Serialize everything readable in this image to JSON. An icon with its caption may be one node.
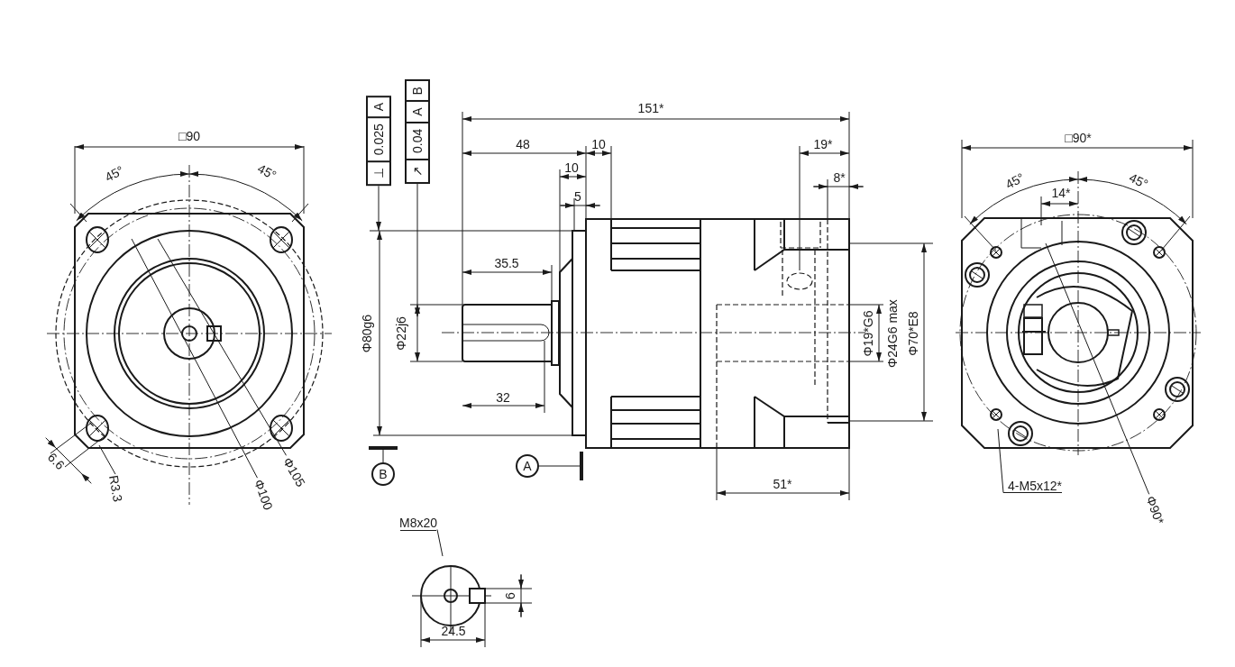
{
  "diagram": {
    "nodes": [
      {
        "text": [
          "R3.3"
        ]
      },
      {
        "text": [
          "Φ100"
        ]
      },
      {
        "text": [
          "Φ105"
        ]
      },
      {
        "text": [
          "⊥",
          "0.025",
          "A"
        ]
      },
      {
        "text": [
          "↗",
          "0.04",
          "A",
          "B"
        ]
      },
      {
        "text": [
          "B"
        ]
      },
      {
        "text": [
          "A"
        ]
      },
      {
        "text": [
          "4-M5x12*"
        ]
      },
      {
        "text": [
          "Φ90*"
        ]
      },
      {
        "text": [
          "M8x20"
        ]
      },
      {
        "text": [
          "Φ22j6"
        ]
      }
    ],
    "edges": [
      {
        "from": 0,
        "to": null,
        "arrow": "none"
      },
      {
        "from": 1,
        "to": null,
        "arrow": "none"
      },
      {
        "from": 2,
        "to": null,
        "arrow": "none"
      },
      {
        "from": 3,
        "to": null,
        "arrow": "to"
      },
      {
        "from": 4,
        "to": 10,
        "arrow": "to"
      },
      {
        "from": 5,
        "to": null,
        "arrow": "other"
      },
      {
        "from": 6,
        "to": null,
        "arrow": "other"
      },
      {
        "from": 7,
        "to": null,
        "arrow": "none"
      },
      {
        "from": 8,
        "to": null,
        "arrow": "none"
      },
      {
        "from": 9,
        "to": null,
        "arrow": "none"
      }
    ],
    "labels": [
      "□90",
      "45°",
      "45°",
      "6.6",
      "151*",
      "48",
      "10",
      "10",
      "5",
      "19*",
      "8*",
      "35.5",
      "Φ80g6",
      "Φ19*G6",
      "Φ24G6 max",
      "Φ70*E8",
      "32",
      "51*",
      "□90*",
      "45°",
      "45°",
      "14*",
      "6",
      "24.5"
    ]
  }
}
